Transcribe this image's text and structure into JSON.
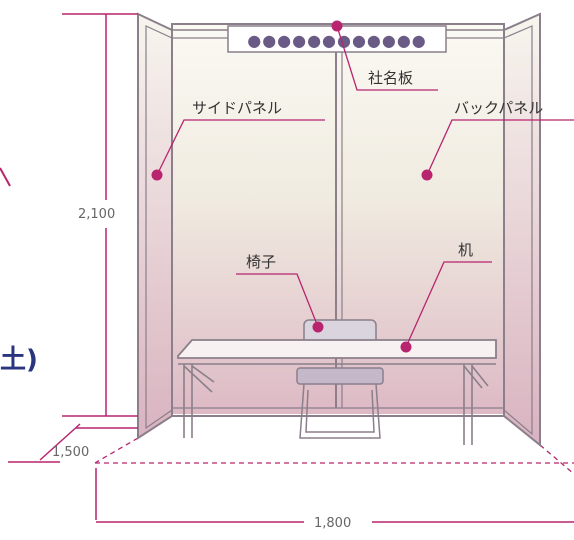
{
  "colors": {
    "accent": "#b8246e",
    "frame": "#8a7f8a",
    "panel_top": "#f9f8f2",
    "panel_bottom": "#dcb8c4",
    "floor_line": "#b8246e",
    "cut_text": "#2a3580"
  },
  "booth": {
    "name_plate_text": "●●●●●●●●●●●●",
    "labels": {
      "name_plate": "社名板",
      "side_panel": "サイドパネル",
      "back_panel": "バックパネル",
      "chair": "椅子",
      "desk": "机"
    }
  },
  "dimensions": {
    "height": "2,100",
    "depth": "1,500",
    "width": "1,800"
  },
  "cropped_text": "土)"
}
